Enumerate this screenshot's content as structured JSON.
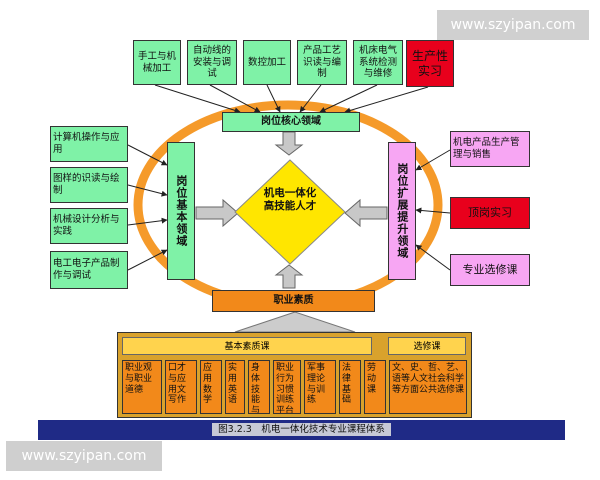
{
  "watermarks": {
    "top": "www.szyipan.com",
    "bottom": "www.szyipan.com"
  },
  "top_boxes": [
    {
      "label": "手工与机械加工"
    },
    {
      "label": "自动线的安装与调试"
    },
    {
      "label": "数控加工"
    },
    {
      "label": "产品工艺识读与编制"
    },
    {
      "label": "机床电气系统检测与维修"
    },
    {
      "label": "生产性实习"
    }
  ],
  "core_area": "岗位核心领域",
  "left_boxes": [
    {
      "label": "计算机操作与应用"
    },
    {
      "label": "图样的识读与绘制"
    },
    {
      "label": "机械设计分析与实践"
    },
    {
      "label": "电工电子产品制作与调试"
    }
  ],
  "basic_area": "岗位基本领域",
  "center": "机电一体化高技能人才",
  "extend_area": "岗位扩展提升领域",
  "right_boxes": [
    {
      "label": "机电产品生产管理与销售"
    },
    {
      "label": "顶岗实习"
    },
    {
      "label": "专业选修课"
    }
  ],
  "quality": "职业素质",
  "basic_courses_title": "基本素质课",
  "elective_title": "选修课",
  "courses": [
    {
      "label": "职业观与职业道德"
    },
    {
      "label": "口才与应用文写作"
    },
    {
      "label": "应用数学"
    },
    {
      "label": "实用英语"
    },
    {
      "label": "身体技能与体育训练"
    },
    {
      "label": "职业行为习惯训练平台"
    },
    {
      "label": "军事理论与训练"
    },
    {
      "label": "法律基础"
    },
    {
      "label": "劳动课"
    },
    {
      "label": "文、史、哲、艺、语等人文社会科学等方面公共选修课"
    }
  ],
  "caption": "图3.2.3　机电一体化技术专业课程体系",
  "colors": {
    "green": "#7ff2a7",
    "pink": "#f7a6f3",
    "red": "#e8001c",
    "orange": "#f2891a",
    "ellipse": "#f59a2a",
    "diamond": "#ffe600",
    "caption_bar": "#1f2a86"
  }
}
